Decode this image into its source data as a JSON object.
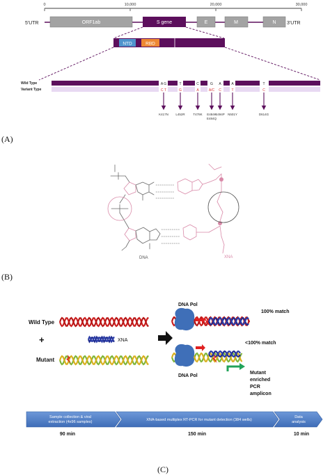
{
  "genome": {
    "ticks": [
      "0",
      "10,000",
      "20,000",
      "30,000"
    ],
    "utr5": "5'UTR",
    "utr3": "3'UTR",
    "genes": [
      "ORF1ab",
      "S gene",
      "E",
      "M",
      "N"
    ]
  },
  "domains": {
    "ntd": "NTD",
    "rbd": "RBD"
  },
  "seq": {
    "wild_label": "Wild Type",
    "variant_label": "Variant Type",
    "wild_bases": [
      "A G",
      "T",
      "C",
      "G",
      "A",
      "A",
      "T"
    ],
    "variant_bases": [
      "C T",
      "G",
      "A",
      "A/C",
      "C",
      "T",
      "C"
    ],
    "mutations": [
      "K417N",
      "L452R",
      "T478K",
      "E484K",
      "S494P",
      "N501Y",
      "D614G"
    ],
    "mutation_extra": [
      "E484Q"
    ]
  },
  "panel_labels": {
    "a": "(A)",
    "b": "(B)",
    "c": "(C)"
  },
  "chem": {
    "dna_label": "DNA",
    "xna_label": "XNA"
  },
  "pcr": {
    "wild_label": "Wild Type",
    "mutant_label": "Mutant",
    "plus": "+",
    "xna_label": "XNA",
    "pol_label_top": "DNA Pol",
    "pol_label_bottom": "DNA Pol",
    "match_full": "100% match",
    "match_partial": "<100% match",
    "enriched": [
      "Mutant",
      "enriched",
      "PCR",
      "amplicon"
    ]
  },
  "workflow": {
    "steps": [
      {
        "lines": [
          "Sample collection & viral",
          "extraction (4x96 samples)"
        ],
        "time": "90 min"
      },
      {
        "lines": [
          "XNA-based multiplex RT-PCR for mutant detection (384 wells)"
        ],
        "time": "150 min"
      },
      {
        "lines": [
          "Data",
          "analysis"
        ],
        "time": "10 min"
      }
    ]
  },
  "colors": {
    "purple": "#5c0f5c",
    "lavender": "#e8d9f2",
    "gray_gene": "#a3a3a3",
    "ntd": "#4f94cd",
    "rbd": "#ee8833",
    "helix_red": "#cc1f1f",
    "helix_green": "#7fb539",
    "xna_blue": "#1f2c8f",
    "pink": "#d989a8",
    "green_arrow": "#21a35a",
    "workflow_blue": "#4f7fc9"
  }
}
